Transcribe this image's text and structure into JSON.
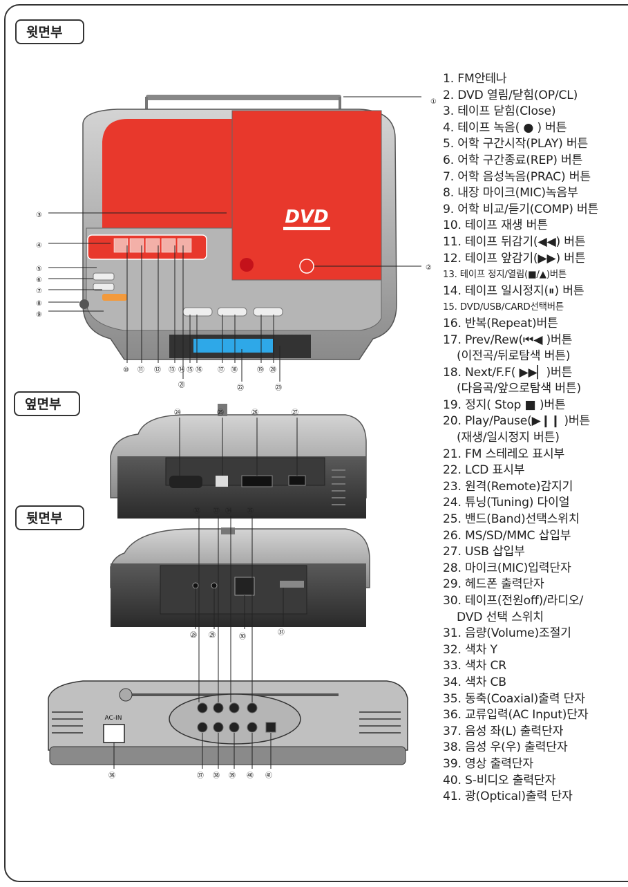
{
  "sections": {
    "top": "윗면부",
    "side": "옆면부",
    "back": "뒷면부"
  },
  "legend": [
    "1. FM안테나",
    "2. DVD 열림/닫힘(OP/CL)",
    "3. 테이프 닫힘(Close)",
    "4. 테이프 녹음( ● ) 버튼",
    "5. 어학 구간시작(PLAY) 버튼",
    "6. 어학 구간종료(REP) 버튼",
    "7. 어학 음성녹음(PRAC) 버튼",
    "8. 내장 마이크(MIC)녹음부",
    "9. 어학 비교/듣기(COMP) 버튼",
    "10. 테이프 재생 버튼",
    "11. 테이프 뒤감기(◀◀) 버튼",
    "12. 테이프 앞감기(▶▶) 버튼",
    "13. 테이프 정지/열림(■/▲)버튼",
    "14. 테이프 일시정지(⏸) 버튼",
    "15. DVD/USB/CARD선택버튼",
    "16. 반복(Repeat)버튼",
    "17. Prev/Rew(⏮◀ )버튼",
    "(이전곡/뒤로탐색 버튼)",
    "18. Next/F.F( ▶▶▏)버튼",
    "(다음곡/앞으로탐색 버튼)",
    "19. 정지( Stop ■ )버튼",
    "20. Play/Pause(▶❙❙ )버튼",
    "(재생/일시정지 버튼)",
    "21. FM 스테레오 표시부",
    "22. LCD 표시부",
    "23. 원격(Remote)감지기",
    "24. 튜닝(Tuning) 다이얼",
    "25. 밴드(Band)선택스위치",
    "26. MS/SD/MMC 삽입부",
    "27. USB 삽입부",
    "28. 마이크(MIC)입력단자",
    "29. 헤드폰 출력단자",
    "30. 테이프(전원off)/라디오/",
    "DVD 선택 스위치",
    "31. 음량(Volume)조절기",
    "32. 색차 Y",
    "33. 색차 CR",
    "34. 색차 CB",
    "35. 동축(Coaxial)출력 단자",
    "36. 교류입력(AC Input)단자",
    "37. 음성 좌(L) 출력단자",
    "38. 음성 우(우) 출력단자",
    "39. 영상 출력단자",
    "40. S-비디오 출력단자",
    "41. 광(Optical)출력 단자"
  ],
  "callouts": {
    "n1": "①",
    "n2": "②",
    "n3": "③",
    "n4": "④",
    "n5": "⑤",
    "n6": "⑥",
    "n7": "⑦",
    "n8": "⑧",
    "n9": "⑨",
    "n10": "⑩",
    "n11": "⑪",
    "n12": "⑫",
    "n13": "⑬",
    "n14": "⑭",
    "n15": "⑮",
    "n16": "⑯",
    "n17": "⑰",
    "n18": "⑱",
    "n19": "⑲",
    "n20": "⑳",
    "n21": "㉑",
    "n22": "㉒",
    "n23": "㉓",
    "n24": "㉔",
    "n25": "㉕",
    "n26": "㉖",
    "n27": "㉗",
    "n28": "㉘",
    "n29": "㉙",
    "n30": "㉚",
    "n31": "㉛",
    "n32": "㉜",
    "n33": "㉝",
    "n34": "㉞",
    "n35": "㉟",
    "n36": "㊱",
    "n37": "㊲",
    "n38": "㊳",
    "n39": "㊴",
    "n40": "㊵",
    "n41": "㊶"
  },
  "device": {
    "dvd_logo": "DVD",
    "ac_in_label": "AC-IN"
  },
  "colors": {
    "red_panel": "#e8382c",
    "body_gray": "#a8a8a8",
    "dark_gray": "#4a4a4a",
    "lcd_blue": "#2ea8e8"
  }
}
